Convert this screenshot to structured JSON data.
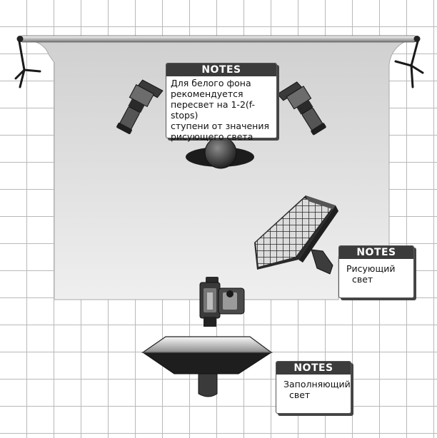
{
  "notes": {
    "background": {
      "title": "NOTES",
      "lines": [
        "Для белого фона",
        "рекомендуется",
        "пересвет на 1-2(f-stops)",
        "ступени от значения",
        "рисующего света"
      ]
    },
    "key_light": {
      "title": "NOTES",
      "lines": [
        "Рисующий",
        "свет"
      ]
    },
    "fill_light": {
      "title": "NOTES",
      "lines": [
        "Заполняющий",
        "свет"
      ]
    }
  },
  "colors": {
    "grid_line": "#b9b9b9",
    "backdrop_top": "#d6d6d6",
    "backdrop_bottom": "#ececec",
    "equipment_dark": "#2a2a2a",
    "note_header": "#3b3b3b"
  }
}
